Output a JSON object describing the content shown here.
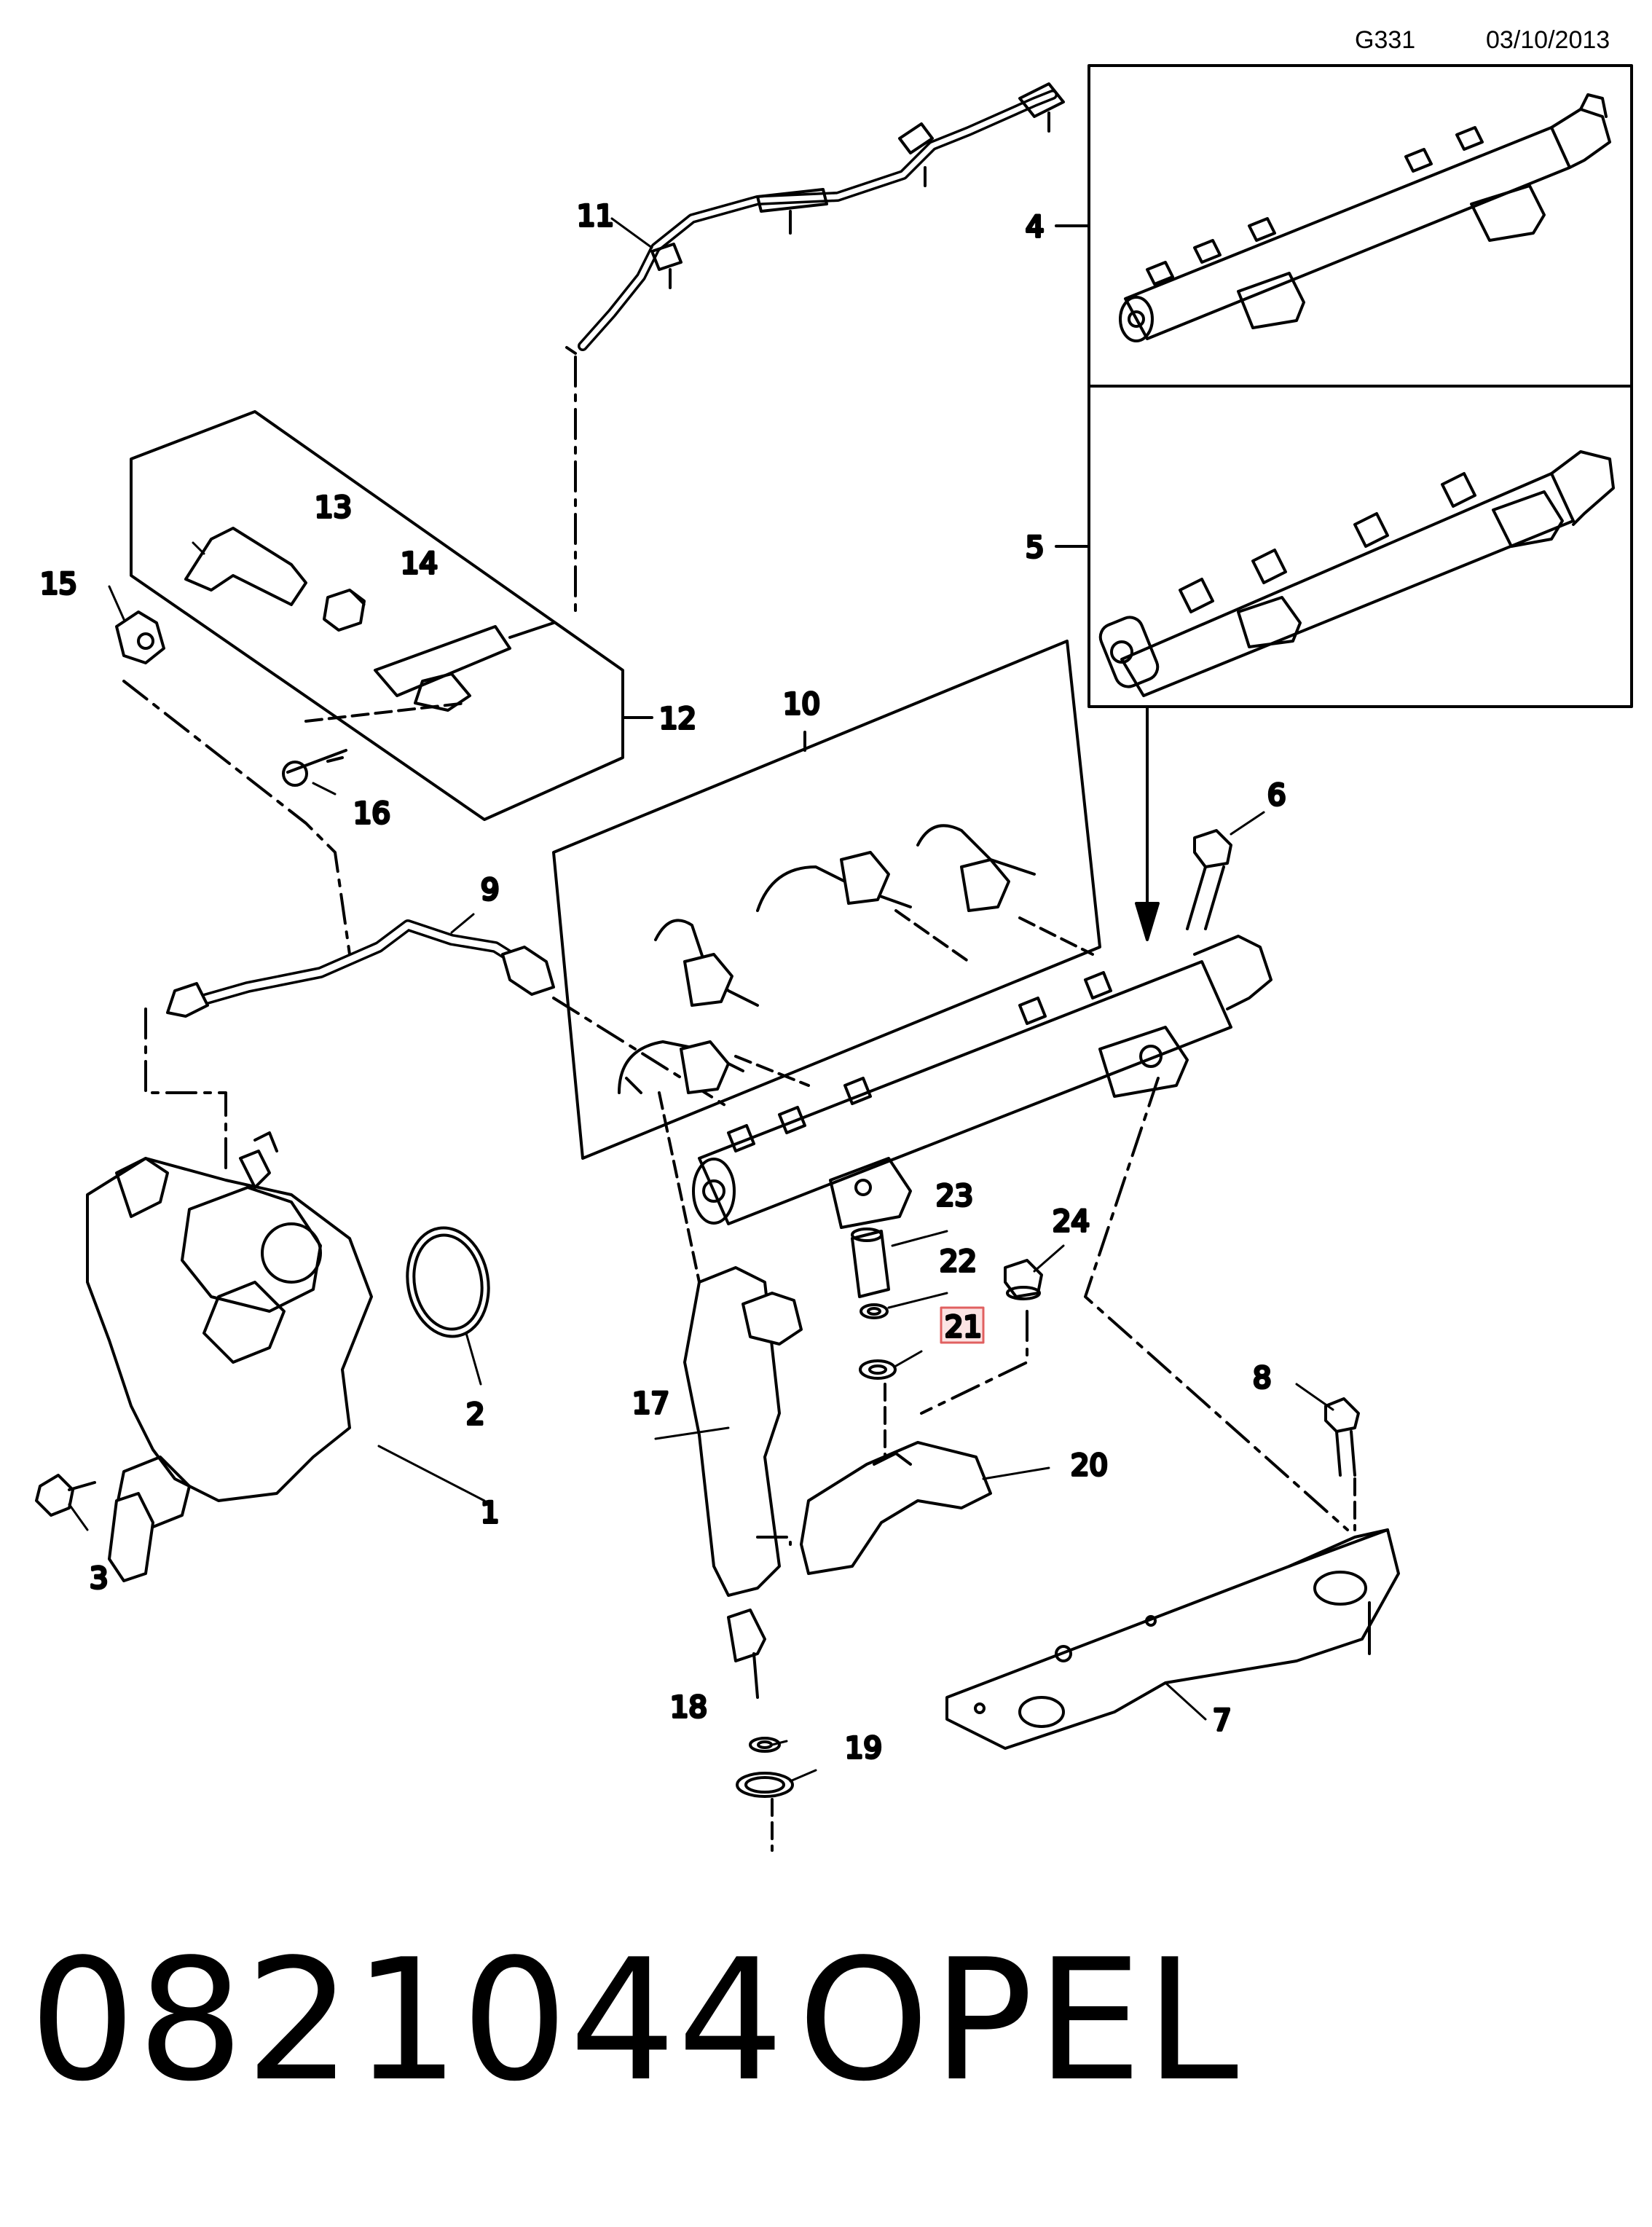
{
  "header": {
    "diagram_code": "G331",
    "date": "03/10/2013"
  },
  "callouts": [
    "1",
    "2",
    "3",
    "4",
    "5",
    "6",
    "7",
    "8",
    "9",
    "10",
    "11",
    "12",
    "13",
    "14",
    "15",
    "16",
    "17",
    "18",
    "19",
    "20",
    "21",
    "22",
    "23",
    "24"
  ],
  "highlighted_callout": "21",
  "footer": {
    "part_number": "0821044",
    "make": "OPEL"
  },
  "colors": {
    "line": "#000000",
    "highlight_fill": "#fbe3e3",
    "highlight_stroke": "#e06060"
  }
}
